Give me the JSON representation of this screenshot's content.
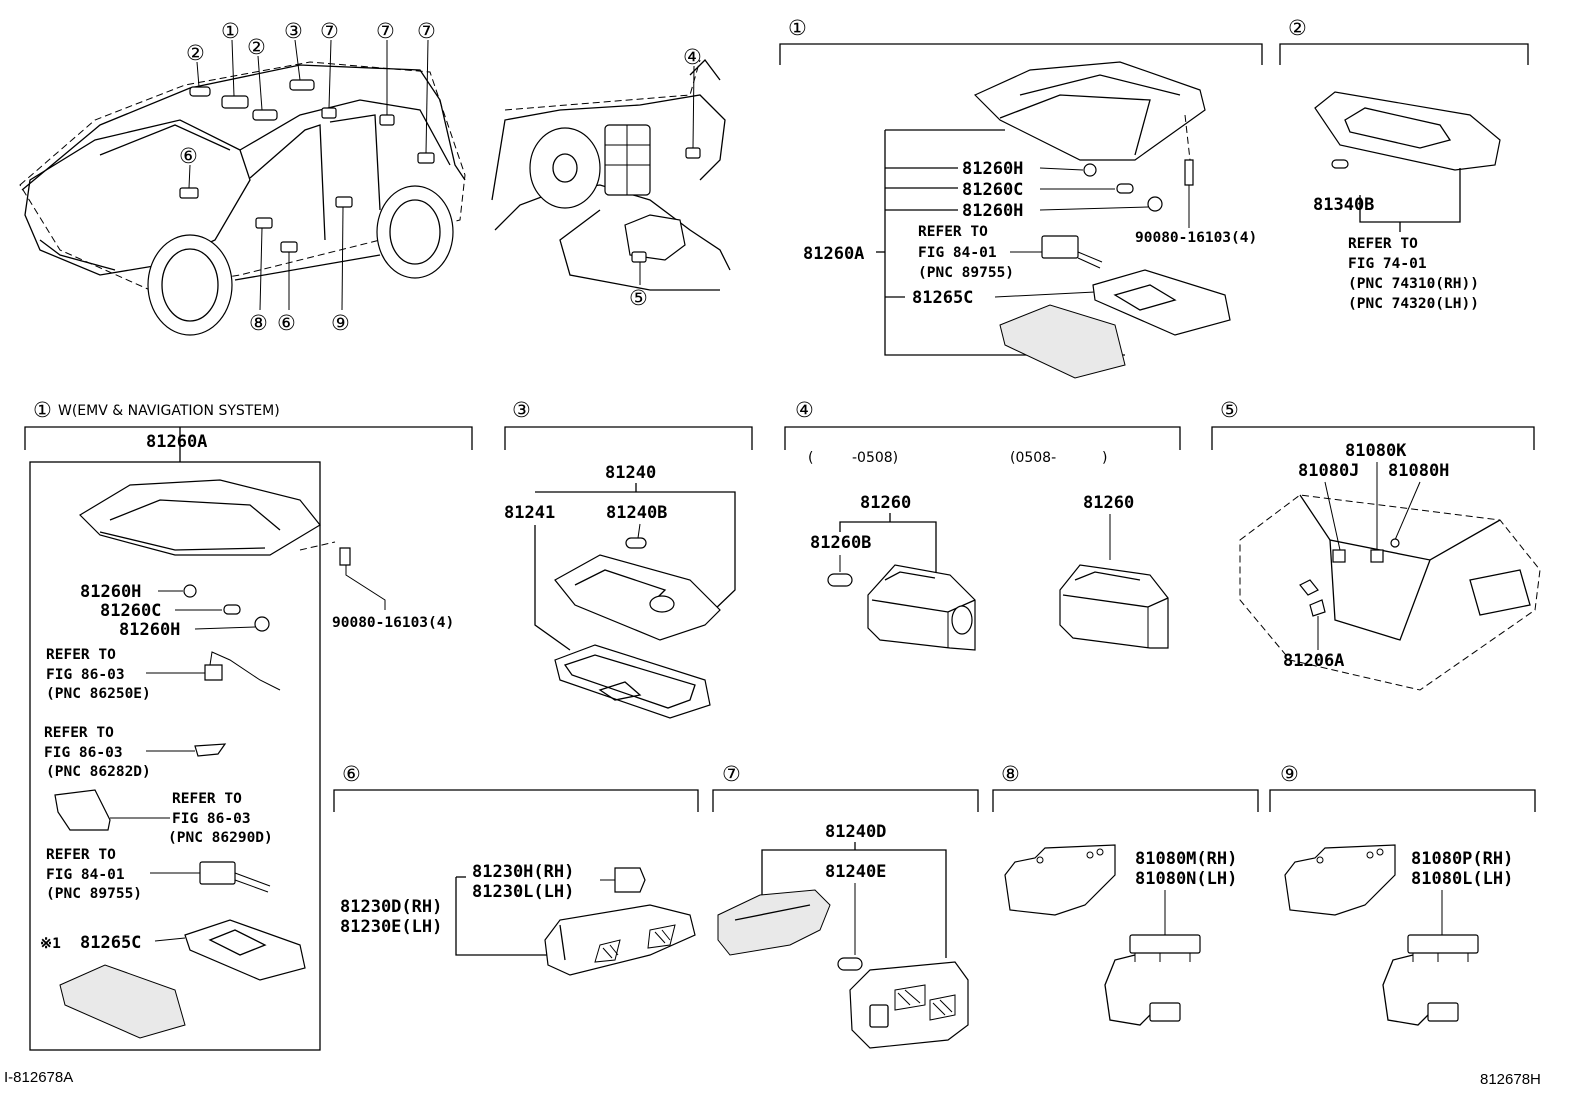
{
  "figure_id_left": "I-812678A",
  "figure_id_right": "812678H",
  "circled": {
    "c1": "①",
    "c2": "②",
    "c3": "③",
    "c4": "④",
    "c5": "⑤",
    "c6": "⑥",
    "c7": "⑦",
    "c8": "⑧",
    "c9": "⑨"
  },
  "overview_callouts": [
    "②",
    "①",
    "②",
    "③",
    "⑦",
    "⑦",
    "⑦",
    "⑥",
    "⑧",
    "⑥",
    "⑨",
    "④",
    "⑤"
  ],
  "panel1": {
    "main": "81260A",
    "bulb_h1": "81260H",
    "bulb_c": "81260C",
    "bulb_h2": "81260H",
    "lens": "81265C",
    "screw": "90080-16103(4)",
    "refer": [
      "REFER TO",
      "FIG 84-01",
      "(PNC 89755)"
    ]
  },
  "panel2": {
    "bulb": "81340B",
    "refer": [
      "REFER TO",
      "FIG 74-01",
      "(PNC 74310(RH))",
      "(PNC 74320(LH))"
    ]
  },
  "panel1w": {
    "header": "W(EMV & NAVIGATION SYSTEM)",
    "main": "81260A",
    "bulb_h1": "81260H",
    "bulb_c": "81260C",
    "bulb_h2": "81260H",
    "screw": "90080-16103(4)",
    "ref1": [
      "REFER TO",
      "FIG 86-03",
      "(PNC 86250E)"
    ],
    "ref2": [
      "REFER TO",
      "FIG 86-03",
      "(PNC 86282D)"
    ],
    "ref3": [
      "REFER TO",
      "FIG 86-03",
      "(PNC 86290D)"
    ],
    "ref4": [
      "REFER TO",
      "FIG 84-01",
      "(PNC 89755)"
    ],
    "lens_mark": "※1",
    "lens": "81265C"
  },
  "panel3": {
    "assy": "81240",
    "lens": "81241",
    "bulb": "81240B"
  },
  "panel4": {
    "range_a_open": "(",
    "range_a": "-0508)",
    "range_b": "(0508-",
    "range_b_close": ")",
    "assy_a": "81260",
    "bulb": "81260B",
    "assy_b": "81260"
  },
  "panel5": {
    "k": "81080K",
    "j": "81080J",
    "h": "81080H",
    "a": "81206A"
  },
  "panel6": {
    "lamp_rh": "81230D(RH)",
    "lamp_lh": "81230E(LH)",
    "bulb_rh": "81230H(RH)",
    "bulb_lh": "81230L(LH)"
  },
  "panel7": {
    "d": "81240D",
    "e": "81240E"
  },
  "panel8": {
    "rh": "81080M(RH)",
    "lh": "81080N(LH)"
  },
  "panel9": {
    "rh": "81080P(RH)",
    "lh": "81080L(LH)"
  }
}
